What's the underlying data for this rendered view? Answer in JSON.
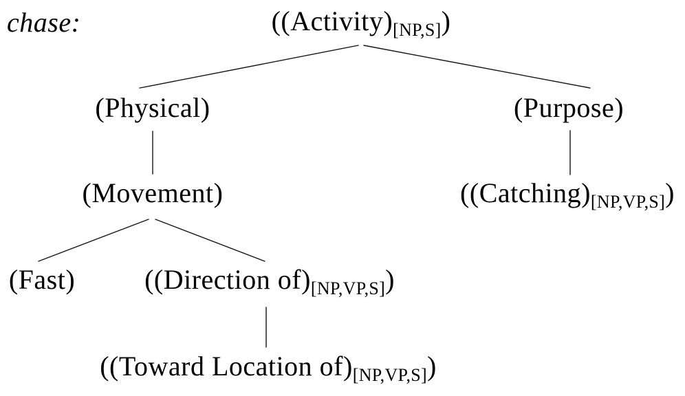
{
  "heading": {
    "lemma": "chase:"
  },
  "nodes": {
    "activity": {
      "pre": "((Activity)",
      "sub": "[NP,S]",
      "post": ")"
    },
    "physical": {
      "pre": "(Physical)",
      "sub": "",
      "post": ""
    },
    "purpose": {
      "pre": "(Purpose)",
      "sub": "",
      "post": ""
    },
    "movement": {
      "pre": "(Movement)",
      "sub": "",
      "post": ""
    },
    "catching": {
      "pre": "((Catching)",
      "sub": "[NP,VP,S]",
      "post": ")"
    },
    "fast": {
      "pre": "(Fast)",
      "sub": "",
      "post": ""
    },
    "direction": {
      "pre": "((Direction of)",
      "sub": "[NP,VP,S]",
      "post": ")"
    },
    "toward": {
      "pre": "((Toward Location of)",
      "sub": "[NP,VP,S]",
      "post": ")"
    }
  },
  "structure": {
    "root": "activity",
    "edges": [
      [
        "activity",
        "physical"
      ],
      [
        "activity",
        "purpose"
      ],
      [
        "physical",
        "movement"
      ],
      [
        "purpose",
        "catching"
      ],
      [
        "movement",
        "fast"
      ],
      [
        "movement",
        "direction"
      ],
      [
        "direction",
        "toward"
      ]
    ]
  },
  "colors": {
    "background": "#ffffff",
    "text": "#000000",
    "line": "#151515"
  }
}
